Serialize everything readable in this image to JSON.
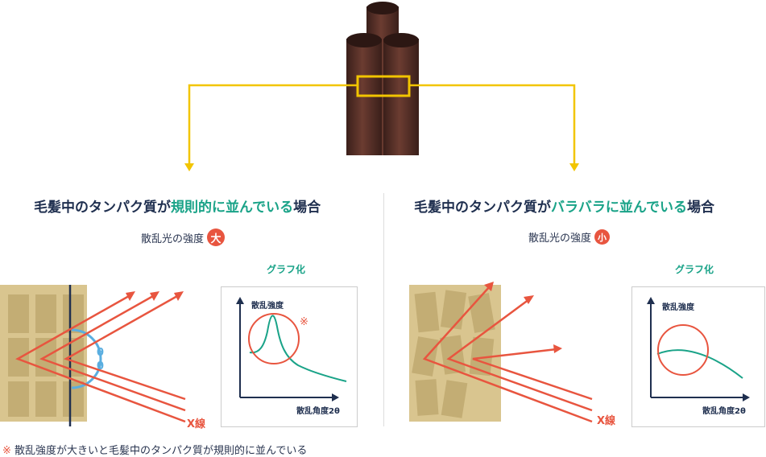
{
  "left": {
    "title_prefix": "毛髪中のタンパク質が",
    "title_highlight": "規則的に並んでいる",
    "title_suffix": "場合",
    "intensity_label": "散乱光の強度",
    "intensity_badge": "大",
    "graph_title": "グラフ化",
    "xray_label": "X線",
    "theta_top": "θ",
    "theta_bottom": "θ",
    "graph_ylabel": "散乱強度",
    "graph_xlabel": "散乱角度2θ",
    "graph_note_mark": "※"
  },
  "right": {
    "title_prefix": "毛髪中のタンパク質が",
    "title_highlight": "バラバラに並んでいる",
    "title_suffix": "場合",
    "intensity_label": "散乱光の強度",
    "intensity_badge": "小",
    "graph_title": "グラフ化",
    "xray_label": "X線",
    "graph_ylabel": "散乱強度",
    "graph_xlabel": "散乱角度2θ"
  },
  "footnote": {
    "mark": "※",
    "text": "散乱強度が大きいと毛髪中のタンパク質が規則的に並んでいる"
  },
  "colors": {
    "navy": "#1f2f4f",
    "teal": "#1aa388",
    "red": "#e8553f",
    "yellow": "#f2c500",
    "tan": "#d9c58f",
    "hair_brown": "#4a2a22"
  }
}
